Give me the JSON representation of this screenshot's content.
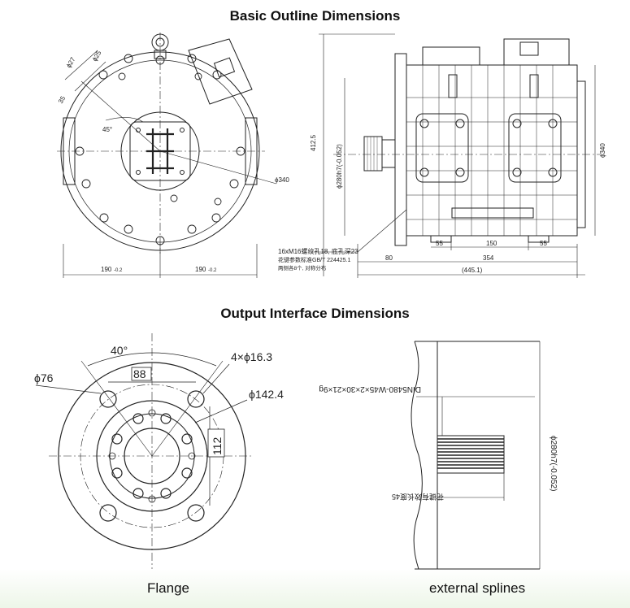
{
  "titles": {
    "outline": "Basic Outline Dimensions",
    "output": "Output Interface Dimensions"
  },
  "captions": {
    "flange": "Flange",
    "splines": "external splines"
  },
  "front_view": {
    "angle": "45°",
    "dia_27": "ϕ27",
    "dia_25": "ϕ25",
    "dim_35": "35",
    "dia_340": "ϕ340",
    "width_left": "190",
    "width_right": "190",
    "tol": "-0.2",
    "tol_top": "0"
  },
  "side_view": {
    "height": "412.5",
    "bore": "ϕ280h7(-0.052)",
    "body_dia": "ϕ340",
    "bolt_note": "16xM16螺纹孔18, 底孔深23",
    "spline_note": "花键参数标准GB/T 224425.1",
    "hole_note": "两侧各8个, 对称分布",
    "dim_80": "80",
    "dim_354": "354",
    "dim_total": "(445.1)",
    "dim_55a": "55",
    "dim_150": "150",
    "dim_55b": "55"
  },
  "flange": {
    "angle": "40°",
    "holes": "4×ϕ16.3",
    "dia_76": "ϕ76",
    "dim_88": "88",
    "dia_142": "ϕ142.4",
    "dim_112": "112"
  },
  "splines": {
    "spec": "DIN5480-W45×2×30×21×9g",
    "dia": "ϕ280h7(-0.052)",
    "length": "花键有效长度45"
  }
}
